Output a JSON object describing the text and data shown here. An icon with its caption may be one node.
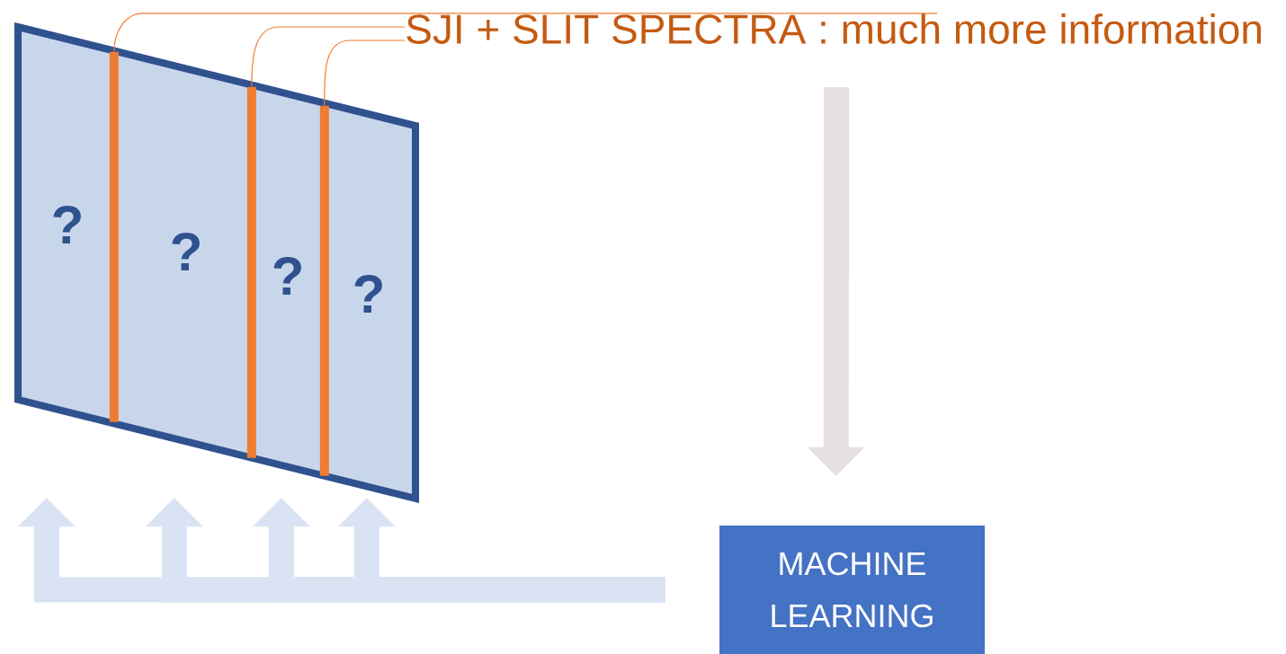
{
  "diagram": {
    "nodes": [
      {
        "text": [
          "SJI + SLIT SPECTRA : much more information"
        ]
      },
      {
        "text": [
          "?",
          "?",
          "?",
          "?"
        ]
      },
      {
        "text": [],
        "shape": "bar",
        "in": 1
      },
      {
        "text": [],
        "shape": "bar",
        "in": 1
      },
      {
        "text": [],
        "shape": "bar",
        "in": 1
      },
      {
        "text": [
          "MACHINE LEARNING"
        ]
      }
    ],
    "edges": [
      {
        "from": 0,
        "to": 2,
        "arrow": "none",
        "color": "#ed7d31"
      },
      {
        "from": 0,
        "to": 3,
        "arrow": "none",
        "color": "#ed7d31"
      },
      {
        "from": 0,
        "to": 4,
        "arrow": "none",
        "color": "#ed7d31"
      },
      {
        "from": 0,
        "to": 5,
        "arrow": "to",
        "color": "#e6dfe4"
      },
      {
        "from": 5,
        "to": 1,
        "arrow": "to",
        "color": "#dae3f3"
      },
      {
        "from": 5,
        "to": 1,
        "arrow": "to",
        "color": "#dae3f3"
      },
      {
        "from": 5,
        "to": 1,
        "arrow": "to",
        "color": "#dae3f3"
      },
      {
        "from": 5,
        "to": 1,
        "arrow": "to",
        "color": "#dae3f3"
      }
    ]
  }
}
